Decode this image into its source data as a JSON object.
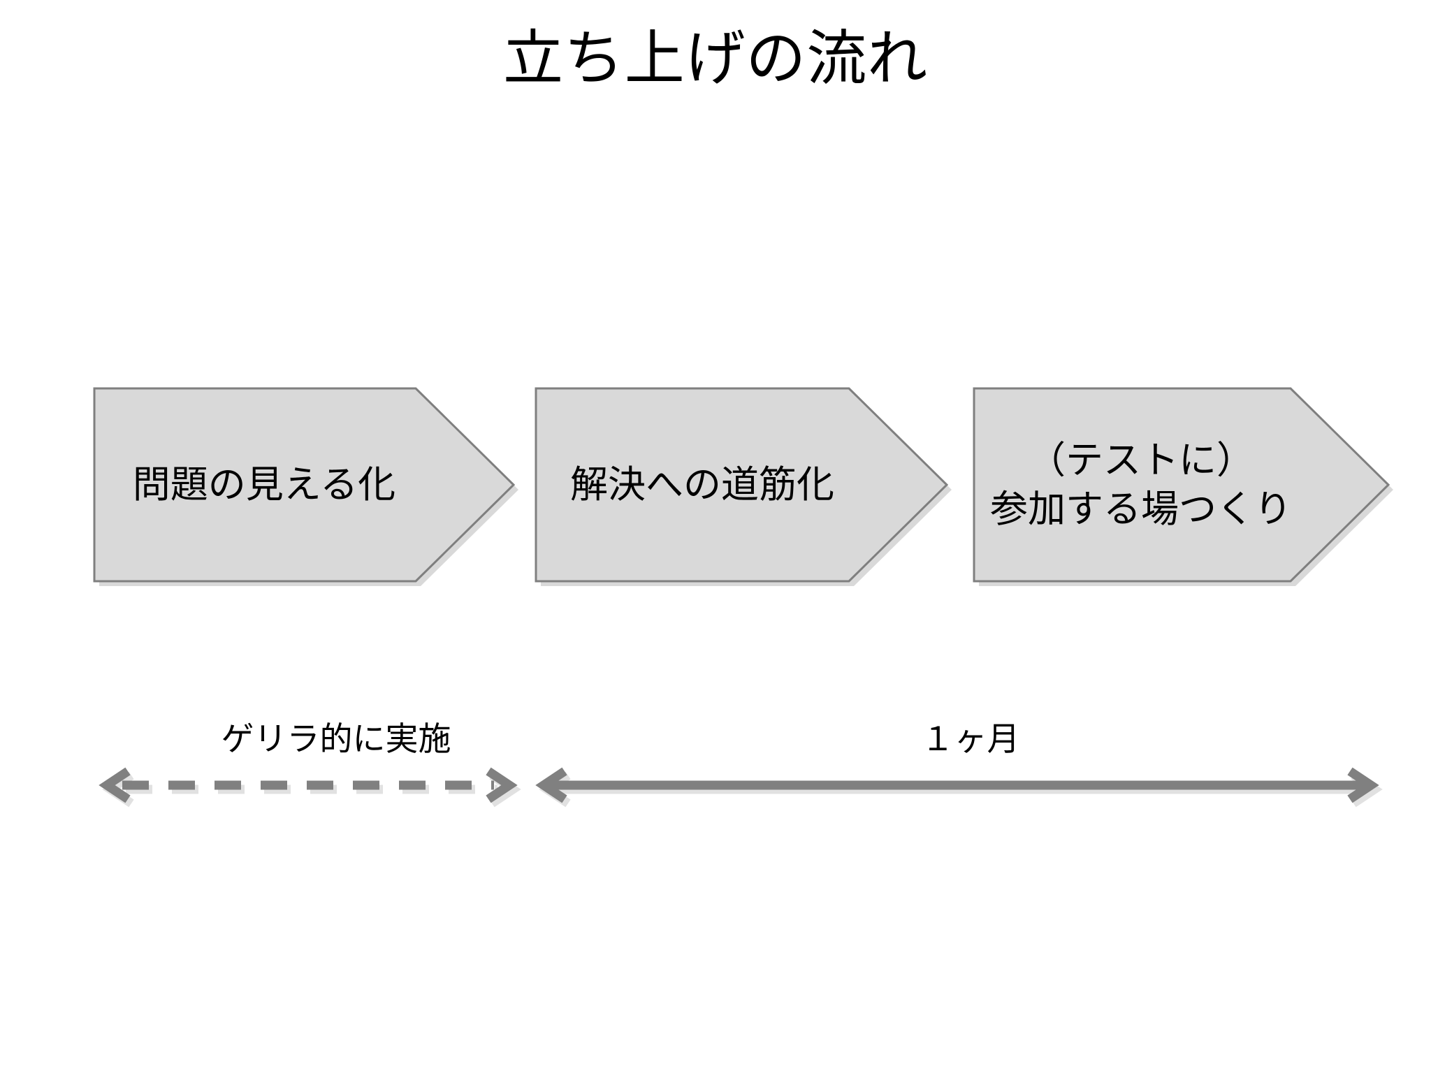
{
  "slide": {
    "title": "立ち上げの流れ",
    "background_color": "#ffffff",
    "text_color": "#000000"
  },
  "theme": {
    "shape_fill": "#d9d9d9",
    "shape_border": "#7f7f7f",
    "shape_shadow": "#b3b3b3",
    "arrow_color": "#808080",
    "arrow_shadow": "#c8c8c8"
  },
  "flow": {
    "steps": [
      {
        "id": "step-1",
        "label": "問題の見える化",
        "shape": "chevron-arrow"
      },
      {
        "id": "step-2",
        "label": "解決への道筋化",
        "shape": "chevron-arrow"
      },
      {
        "id": "step-3",
        "label": "（テストに）\n参加する場つくり",
        "shape": "chevron-arrow"
      }
    ]
  },
  "timeline": {
    "segments": [
      {
        "id": "segment-guerrilla",
        "caption": "ゲリラ的に実施",
        "arrow_style": "dashed",
        "arrow_heads": "both",
        "icon": "double-headed-dashed-arrow-icon"
      },
      {
        "id": "segment-one-month",
        "caption": "１ヶ月",
        "arrow_style": "solid",
        "arrow_heads": "both",
        "icon": "double-headed-solid-arrow-icon"
      }
    ]
  }
}
